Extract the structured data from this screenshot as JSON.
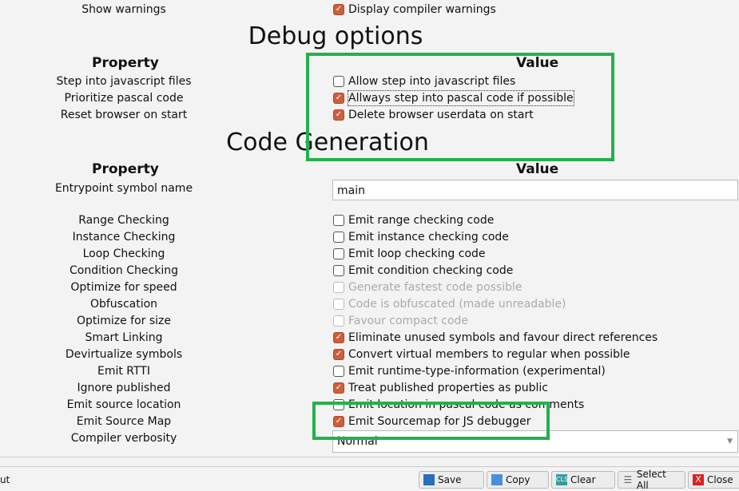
{
  "top_row": {
    "label": "Show warnings",
    "value": "Display compiler warnings",
    "checked": true
  },
  "debug": {
    "title": "Debug options",
    "property_header": "Property",
    "value_header": "Value",
    "rows": [
      {
        "label": "Step into javascript files",
        "value": "Allow step into javascript files",
        "checked": false
      },
      {
        "label": "Prioritize pascal code",
        "value": "Allways step into pascal code if possible",
        "checked": true
      },
      {
        "label": "Reset browser on start",
        "value": "Delete browser userdata on start",
        "checked": true
      }
    ]
  },
  "codegen": {
    "title": "Code Generation",
    "property_header": "Property",
    "value_header": "Value",
    "entrypoint_label": "Entrypoint symbol name",
    "entrypoint_value": "main",
    "rows": [
      {
        "label": "Range Checking",
        "value": "Emit range checking code",
        "checked": false,
        "disabled": false
      },
      {
        "label": "Instance Checking",
        "value": "Emit instance checking code",
        "checked": false,
        "disabled": false
      },
      {
        "label": "Loop Checking",
        "value": "Emit loop checking code",
        "checked": false,
        "disabled": false
      },
      {
        "label": "Condition Checking",
        "value": "Emit condition checking code",
        "checked": false,
        "disabled": false
      },
      {
        "label": "Optimize for speed",
        "value": "Generate fastest code possible",
        "checked": false,
        "disabled": true
      },
      {
        "label": "Obfuscation",
        "value": "Code is obfuscated (made unreadable)",
        "checked": false,
        "disabled": true
      },
      {
        "label": "Optimize for size",
        "value": "Favour compact code",
        "checked": false,
        "disabled": true
      },
      {
        "label": "Smart Linking",
        "value": "Eliminate unused symbols and favour direct references",
        "checked": true,
        "disabled": false
      },
      {
        "label": "Devirtualize symbols",
        "value": "Convert virtual members to regular when possible",
        "checked": true,
        "disabled": false
      },
      {
        "label": "Emit RTTI",
        "value": "Emit runtime-type-information (experimental)",
        "checked": false,
        "disabled": false
      },
      {
        "label": "Ignore published",
        "value": "Treat published properties as public",
        "checked": true,
        "disabled": false
      },
      {
        "label": "Emit source location",
        "value": "Emit location in pascal code as comments",
        "checked": false,
        "disabled": false
      },
      {
        "label": "Emit Source Map",
        "value": "Emit Sourcemap for JS debugger",
        "checked": true,
        "disabled": false
      }
    ],
    "verbosity_label": "Compiler verbosity",
    "verbosity_value": "Normal"
  },
  "bottom": {
    "left_text": "ut",
    "buttons": [
      {
        "label": "Save",
        "icon": "save-icon"
      },
      {
        "label": "Copy",
        "icon": "copy-icon"
      },
      {
        "label": "Clear",
        "icon": "clear-icon",
        "icon_text": "CLS"
      },
      {
        "label": "Select All",
        "icon": "select-all-icon"
      },
      {
        "label": "Close",
        "icon": "close-icon"
      }
    ]
  },
  "colors": {
    "highlight": "#22b14c",
    "checkbox": "#cc603c"
  }
}
